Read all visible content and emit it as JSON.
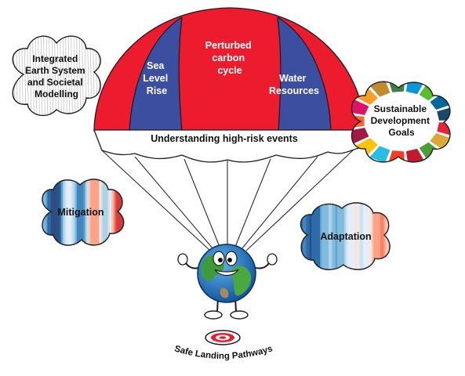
{
  "canopy": {
    "panel_left_lines": [
      "Sea",
      "Level",
      "Rise"
    ],
    "panel_center_lines": [
      "Perturbed",
      "carbon",
      "cycle"
    ],
    "panel_right_lines": [
      "Water",
      "Resources"
    ],
    "band_text": "Understanding high-risk events",
    "colors": {
      "red": "#ec1c2e",
      "blue": "#3c4ea0"
    }
  },
  "clouds": {
    "integrated": [
      "Integrated",
      "Earth System",
      "and Societal",
      "Modelling"
    ],
    "sdg": [
      "Sustainable",
      "Development",
      "Goals"
    ],
    "mitigation": "Mitigation",
    "adaptation": "Adaptation"
  },
  "landing": {
    "label": "Safe Landing Pathways",
    "target_icon": "bullseye-icon",
    "mascot_icon": "earth-globe-mascot-icon"
  },
  "palette": {
    "sdg_colors": [
      "#e5243b",
      "#dda63a",
      "#4c9f38",
      "#c5192d",
      "#ff3a21",
      "#26bde2",
      "#fcc30b",
      "#a21942",
      "#fd6925",
      "#dd1367",
      "#fd9d24",
      "#bf8b2e",
      "#3f7e44",
      "#0a97d9",
      "#56c02b",
      "#00689d",
      "#19486a"
    ],
    "stripe_colors": [
      "#08306b",
      "#08519c",
      "#2171b5",
      "#4292c6",
      "#6baed6",
      "#9ecae1",
      "#c6dbef",
      "#deebf7",
      "#fee0d2",
      "#fcbba1",
      "#fc9272",
      "#fb6a4a",
      "#ef3b2c",
      "#cb181d"
    ]
  }
}
